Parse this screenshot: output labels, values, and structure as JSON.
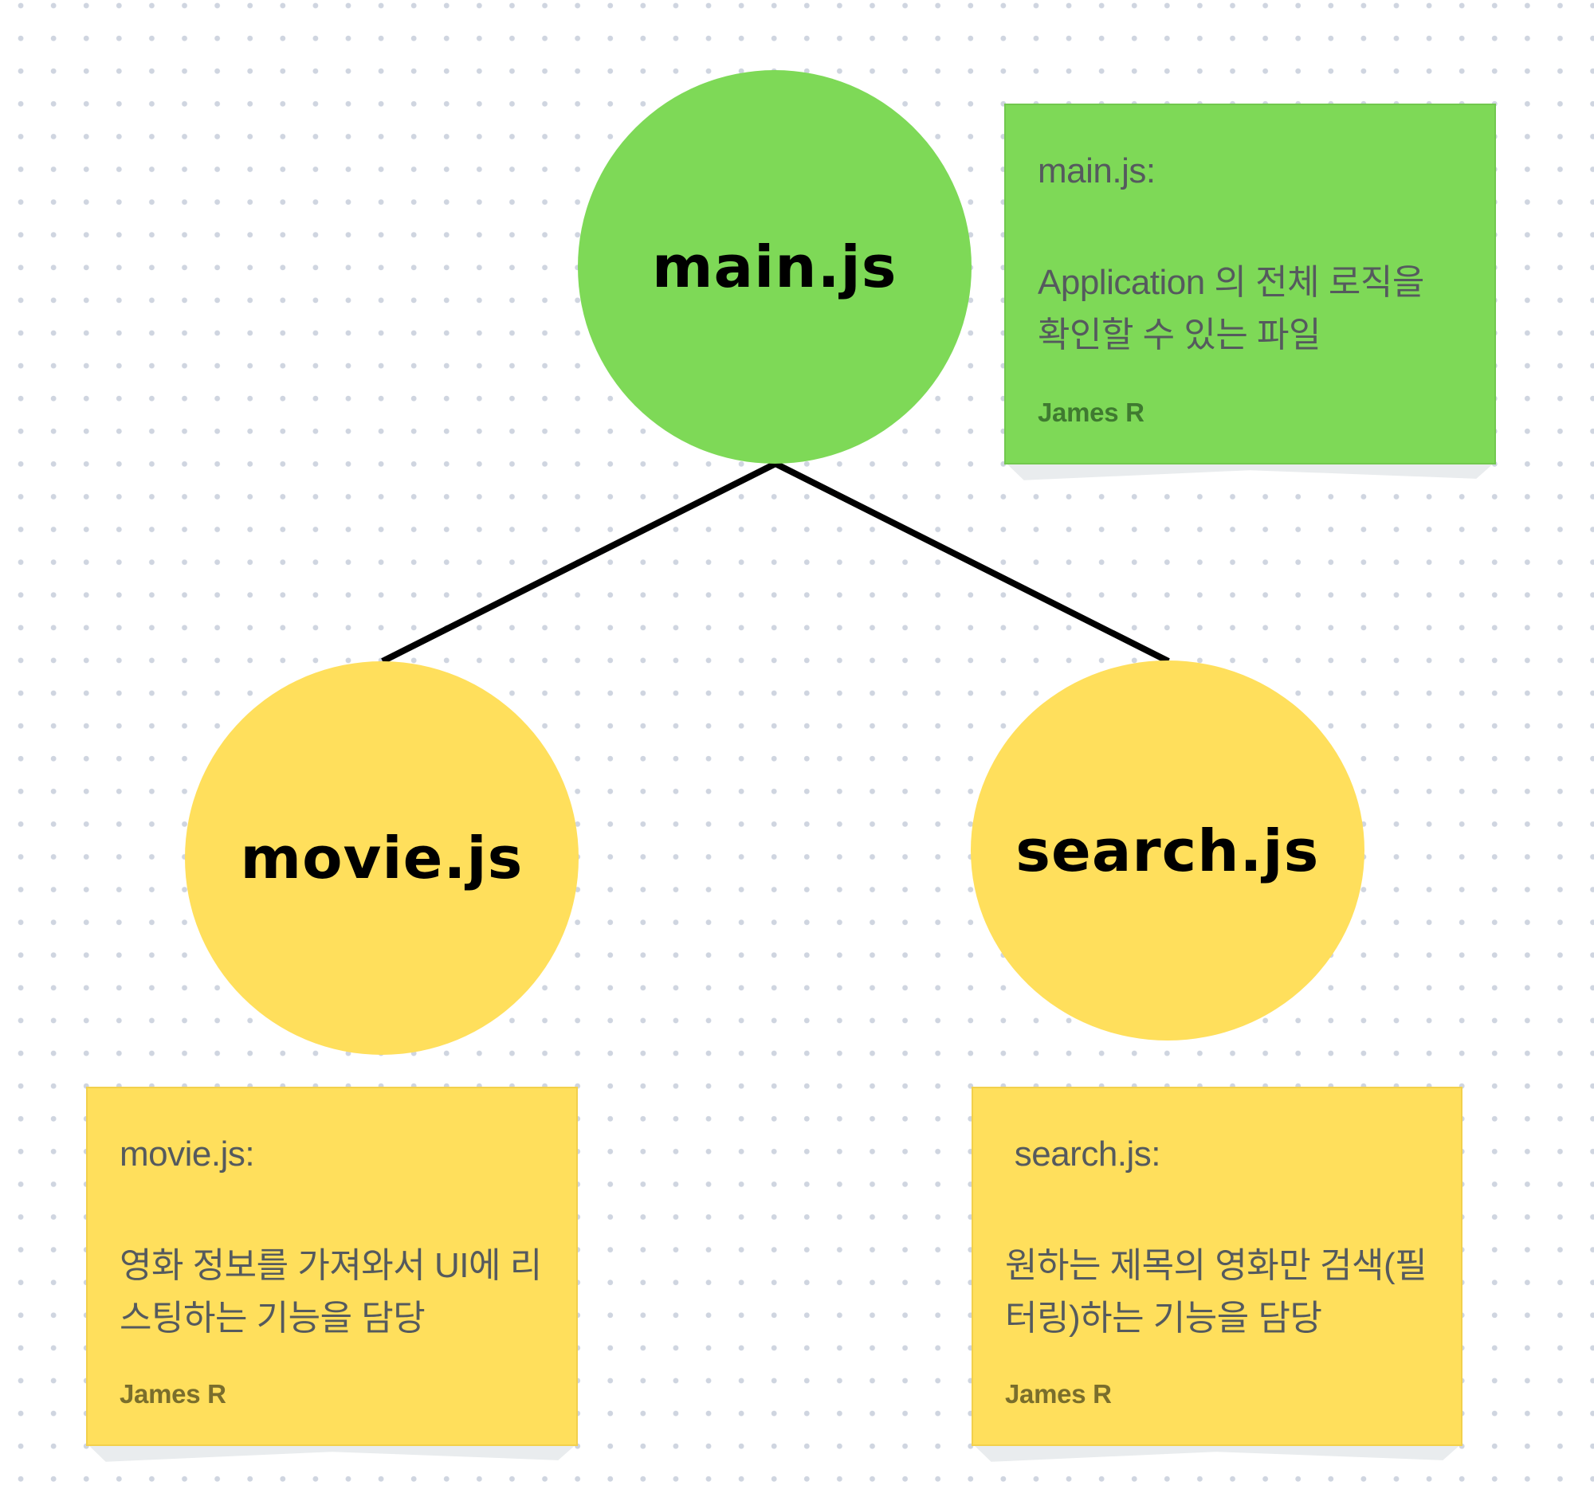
{
  "diagram": {
    "colors": {
      "root_node": "#7ed957",
      "child_node": "#ffdf5c",
      "connector": "#000000",
      "grid_dot": "#cfd5e0"
    },
    "nodes": [
      {
        "id": "main",
        "label": "main.js",
        "color": "#7ed957"
      },
      {
        "id": "movie",
        "label": "movie.js",
        "color": "#ffdf5c"
      },
      {
        "id": "search",
        "label": "search.js",
        "color": "#ffdf5c"
      }
    ],
    "edges": [
      {
        "from": "main",
        "to": "movie"
      },
      {
        "from": "main",
        "to": "search"
      }
    ],
    "sticky_notes": [
      {
        "title": "main.js:",
        "body": "Application 의 전체 로직을 확인할 수 있는 파일",
        "author": "James R",
        "color": "green"
      },
      {
        "title": "movie.js:",
        "body": "영화 정보를 가져와서 UI에 리스팅하는 기능을 담당",
        "author": "James R",
        "color": "yellow"
      },
      {
        "title": " search.js:",
        "body": "원하는 제목의 영화만 검색(필터링)하는 기능을 담당",
        "author": "James R",
        "color": "yellow"
      }
    ]
  }
}
